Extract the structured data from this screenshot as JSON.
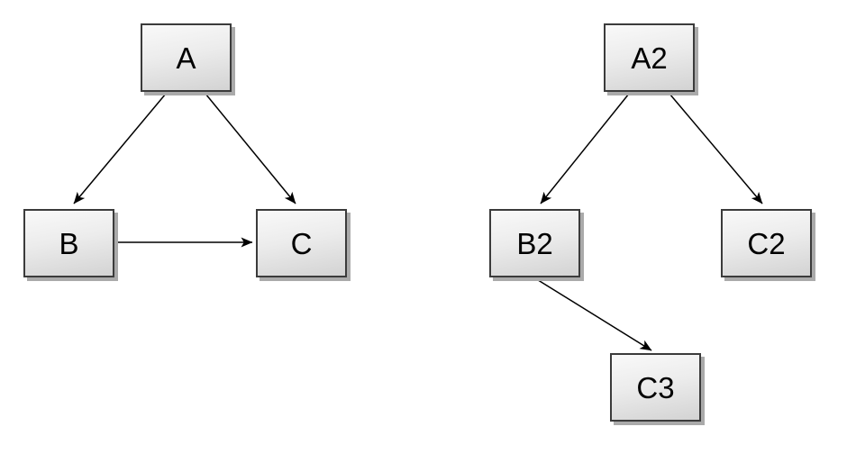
{
  "diagram": {
    "background_color": "#ffffff",
    "node_border_color": "#3b3b3b",
    "node_fill_top": "#f9f9f9",
    "node_fill_bottom": "#d3d3d3",
    "node_shadow_color": "#aaaaaa",
    "edge_color": "#000000",
    "nodes": [
      {
        "id": "A",
        "label": "A"
      },
      {
        "id": "B",
        "label": "B"
      },
      {
        "id": "C",
        "label": "C"
      },
      {
        "id": "A2",
        "label": "A2"
      },
      {
        "id": "B2",
        "label": "B2"
      },
      {
        "id": "C2",
        "label": "C2"
      },
      {
        "id": "C3",
        "label": "C3"
      }
    ],
    "edges": [
      {
        "from": "A",
        "to": "B"
      },
      {
        "from": "A",
        "to": "C"
      },
      {
        "from": "B",
        "to": "C"
      },
      {
        "from": "A2",
        "to": "B2"
      },
      {
        "from": "A2",
        "to": "C2"
      },
      {
        "from": "B2",
        "to": "C3"
      }
    ]
  }
}
